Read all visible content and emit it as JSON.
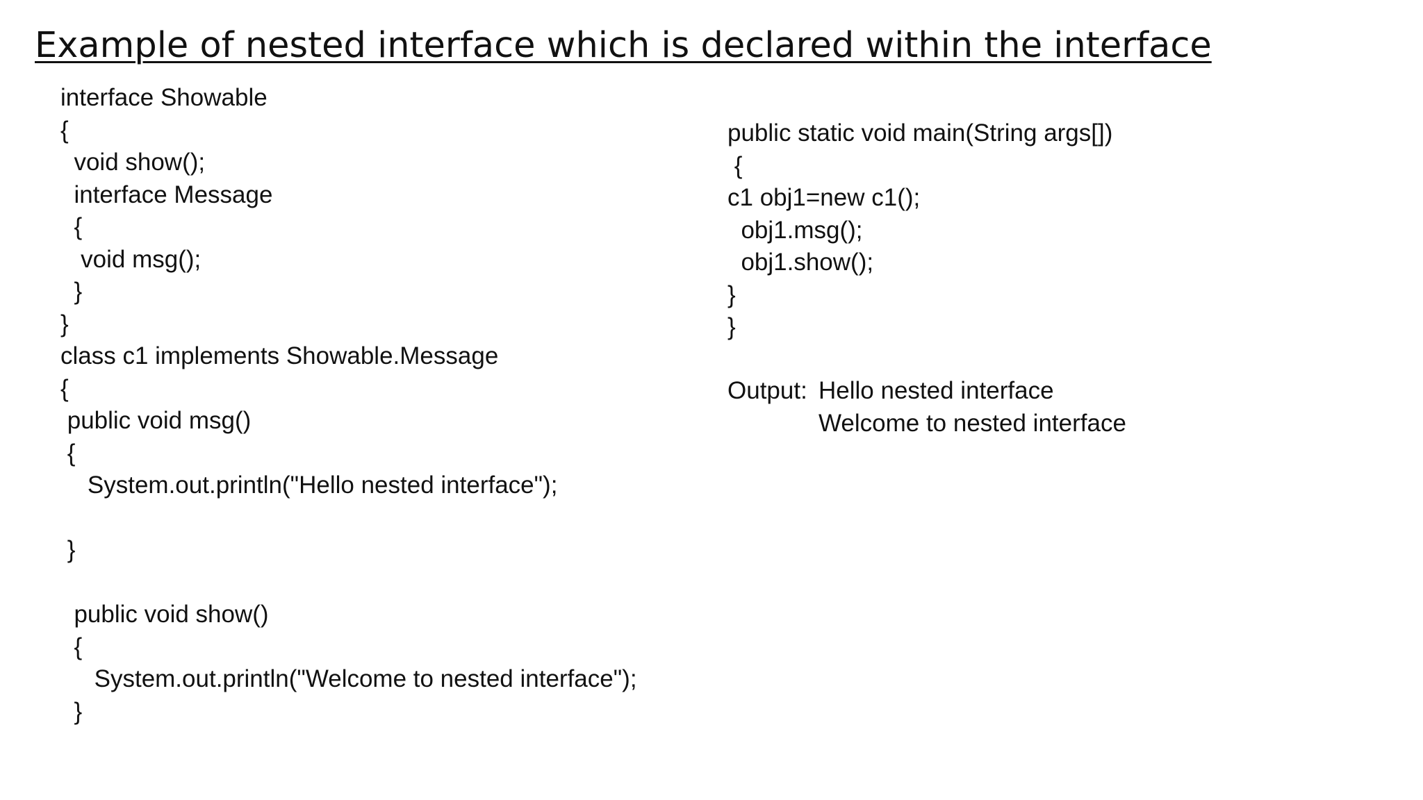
{
  "slide": {
    "title": "Example of nested interface which is declared within the interface"
  },
  "left_code": {
    "lines": [
      "interface Showable",
      "{",
      "  void show();",
      "  interface Message",
      "  {",
      "   void msg();",
      "  }",
      "}",
      "class c1 implements Showable.Message",
      "{",
      " public void msg()",
      " {",
      "    System.out.println(\"Hello nested interface\");",
      "",
      " }",
      "",
      "  public void show()",
      "  {",
      "     System.out.println(\"Welcome to nested interface\");",
      "  }"
    ]
  },
  "right_code": {
    "lines": [
      "public static void main(String args[])",
      " {",
      "c1 obj1=new c1();",
      "  obj1.msg();",
      "  obj1.show();",
      "}",
      "}"
    ]
  },
  "output": {
    "label": "Output:",
    "lines": [
      "Hello nested interface",
      "Welcome to nested interface"
    ]
  }
}
